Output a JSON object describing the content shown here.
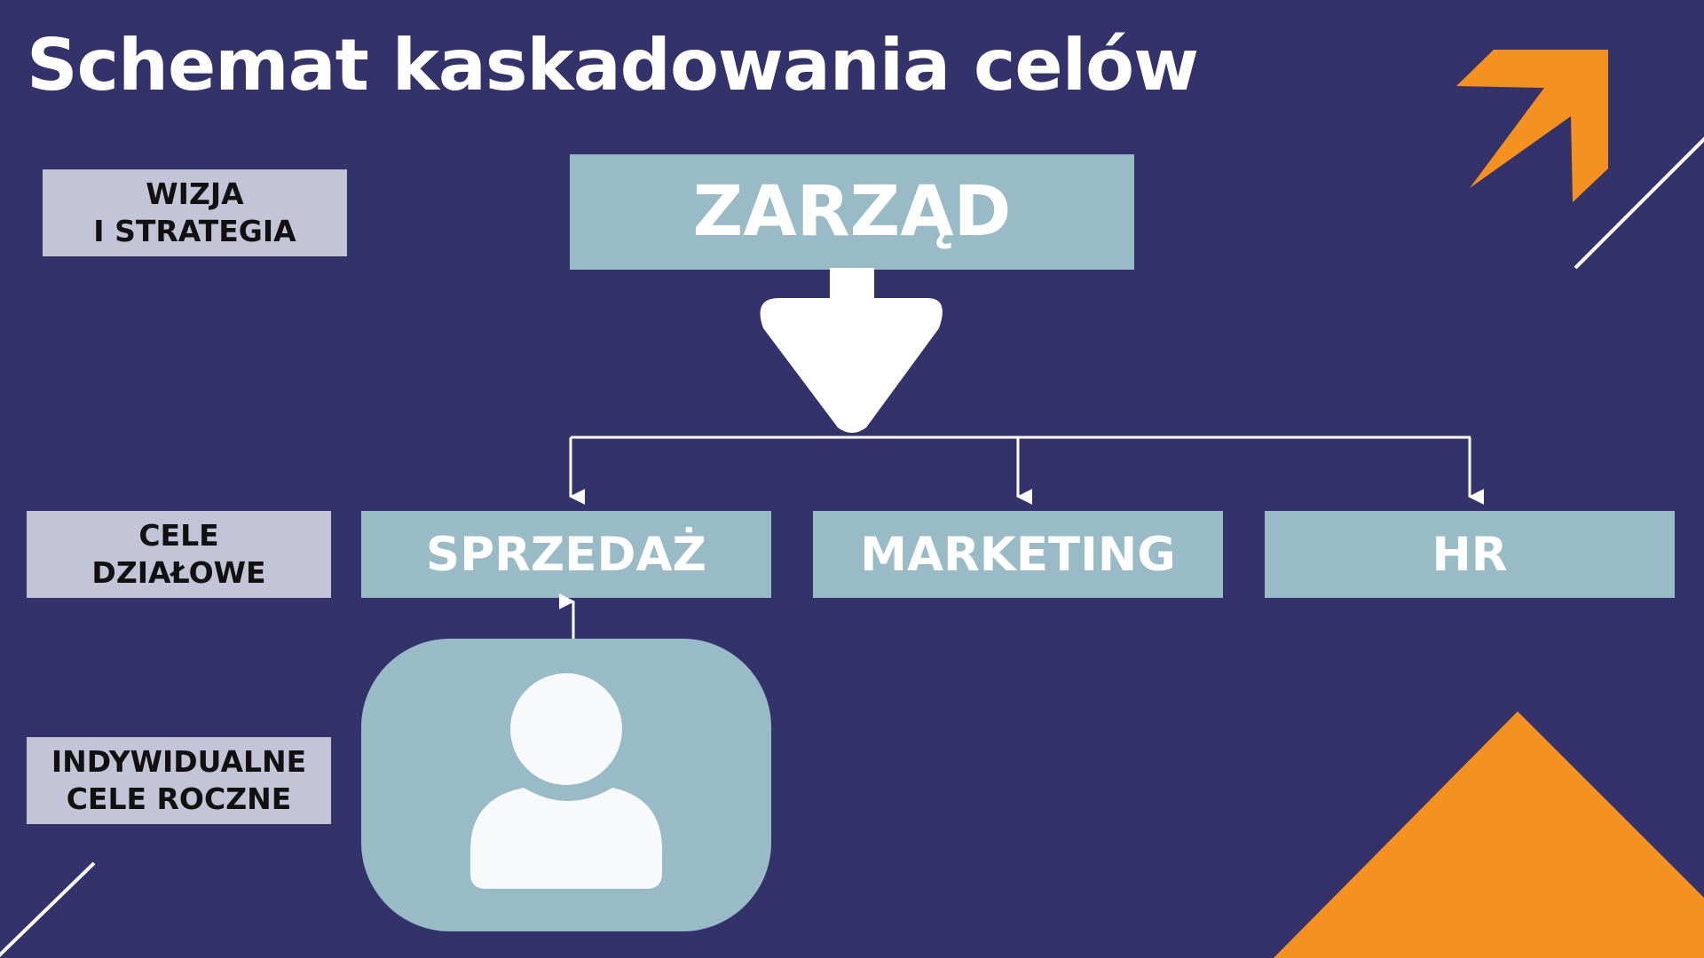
{
  "title": "Schemat kaskadowania celów",
  "levels": {
    "vision": [
      "WIZJA",
      "I STRATEGIA"
    ],
    "department": [
      "CELE",
      "DZIAŁOWE"
    ],
    "individual": [
      "INDYWIDUALNE",
      "CELE ROCZNE"
    ]
  },
  "board": "ZARZĄD",
  "departments": {
    "sales": "SPRZEDAŻ",
    "marketing": "MARKETING",
    "hr": "HR"
  },
  "icons": {
    "person": "person-icon",
    "cascade_arrow": "arrow-down-icon",
    "logo": "orange-arrow-logo"
  },
  "colors": {
    "background": "#34326a",
    "box": "#98bbc6",
    "label": "#c4c4d8",
    "accent": "#f5921f",
    "text": "#ffffff"
  }
}
